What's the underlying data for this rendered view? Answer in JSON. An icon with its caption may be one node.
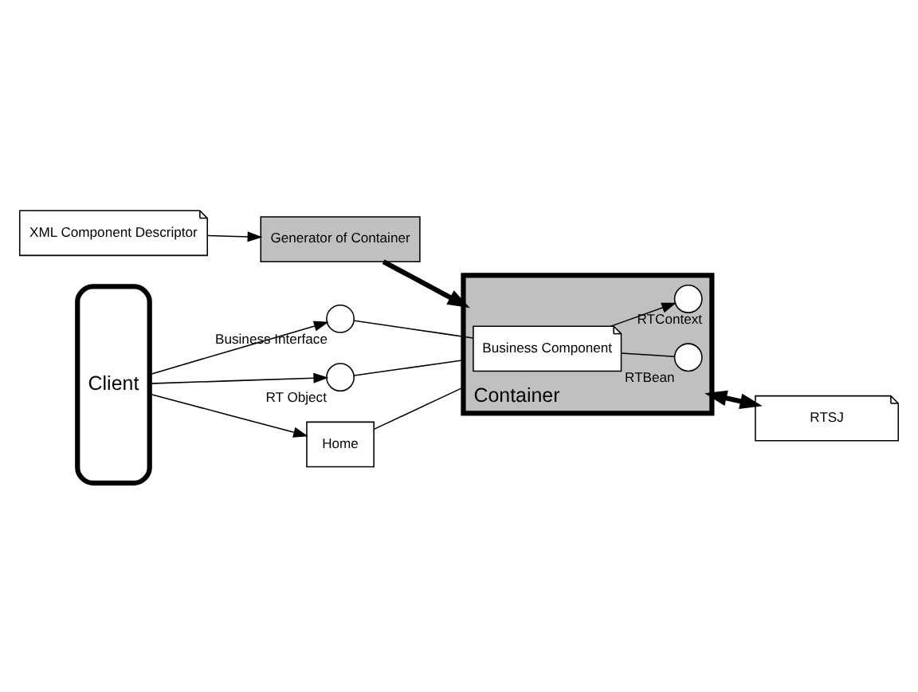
{
  "diagram": {
    "nodes": [
      {
        "text": [
          "XML Component Descriptor"
        ]
      },
      {
        "text": [
          "Generator of Container"
        ]
      },
      {
        "text": [
          "Container"
        ]
      },
      {
        "text": [
          "Client"
        ]
      },
      {
        "text": [],
        "shape": "circle",
        "beside": [
          "Business Interface"
        ]
      },
      {
        "text": [],
        "shape": "circle",
        "beside": [
          "RT Object"
        ]
      },
      {
        "text": [
          "Home"
        ]
      },
      {
        "text": [
          "Business Component"
        ],
        "in": 2
      },
      {
        "text": [],
        "shape": "circle",
        "in": 2,
        "beside": [
          "RTBean"
        ]
      },
      {
        "text": [],
        "shape": "circle",
        "in": 2,
        "beside": [
          "RTContext"
        ]
      },
      {
        "text": [
          "RTSJ"
        ]
      }
    ],
    "edges": [
      {
        "from": 0,
        "to": 1,
        "arrow": "to"
      },
      {
        "from": 1,
        "to": 2,
        "arrow": "to",
        "style": "thick"
      },
      {
        "from": 3,
        "to": 4,
        "arrow": "to"
      },
      {
        "from": 4,
        "to": 7,
        "arrow": "none"
      },
      {
        "from": 3,
        "to": 5,
        "arrow": "to"
      },
      {
        "from": 5,
        "to": 2,
        "arrow": "none"
      },
      {
        "from": 3,
        "to": 6,
        "arrow": "to"
      },
      {
        "from": 6,
        "to": 2,
        "arrow": "none"
      },
      {
        "from": 7,
        "to": 8,
        "arrow": "none"
      },
      {
        "from": 7,
        "to": 9,
        "arrow": "to"
      },
      {
        "from": 2,
        "to": 10,
        "arrow": "both",
        "style": "thick"
      }
    ]
  }
}
